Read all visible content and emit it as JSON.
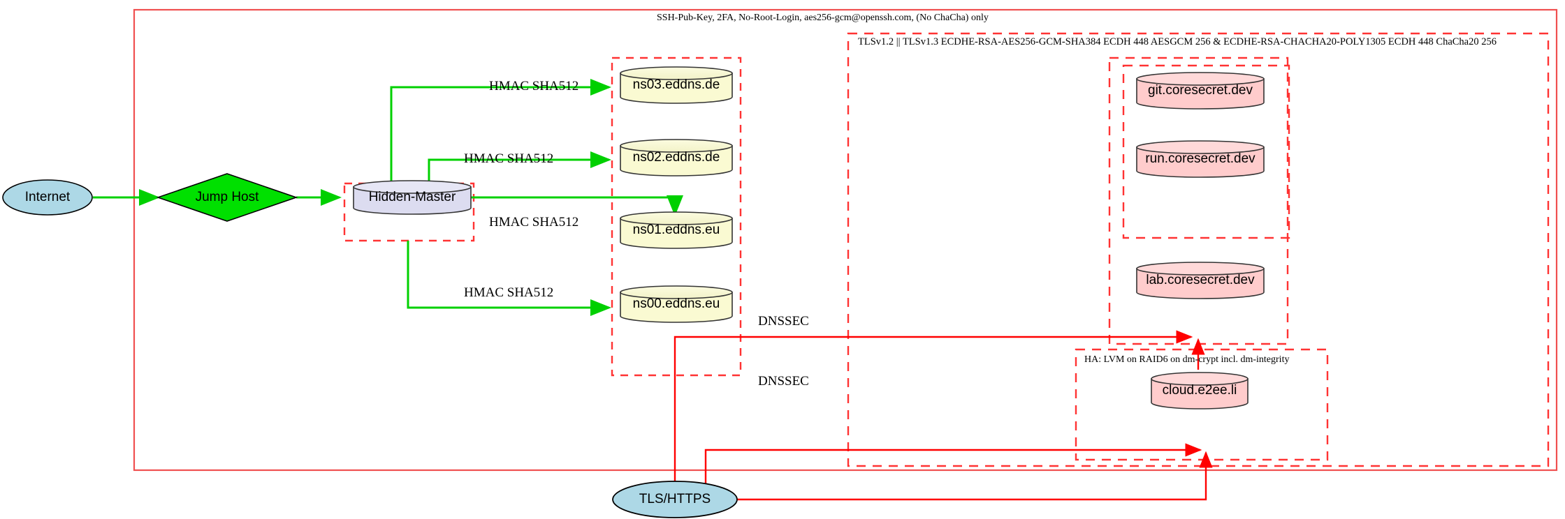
{
  "diagram": {
    "title_top_boundary": "SSH-Pub-Key, 2FA, No-Root-Login, aes256-gcm@openssh.com, (No ChaCha) only",
    "tls_cluster_label": "TLSv1.2 || TLSv1.3 ECDHE-RSA-AES256-GCM-SHA384 ECDH 448 AESGCM 256 & ECDHE-RSA-CHACHA20-POLY1305 ECDH 448 ChaCha20 256",
    "ha_cluster_label": "HA: LVM on RAID6 on dm-crypt incl. dm-integrity",
    "colors": {
      "ssh_green": "#00d000",
      "tls_red": "#ff3333",
      "boundary_red": "#f05050",
      "internet_fill": "#add8e6",
      "jumphost_fill": "#00e000",
      "hidden_master_fill": "#dcdcf0",
      "dns_fill": "#fafad2",
      "service_fill": "#ffcccc",
      "tlshttps_fill": "#add8e6"
    }
  },
  "nodes": {
    "internet": {
      "label": "Internet",
      "shape": "ellipse"
    },
    "jump_host": {
      "label": "Jump Host",
      "shape": "diamond"
    },
    "hidden_master": {
      "label": "Hidden-Master",
      "shape": "cylinder"
    },
    "ns03": {
      "label": "ns03.eddns.de",
      "shape": "cylinder"
    },
    "ns02": {
      "label": "ns02.eddns.de",
      "shape": "cylinder"
    },
    "ns01": {
      "label": "ns01.eddns.eu",
      "shape": "cylinder"
    },
    "ns00": {
      "label": "ns00.eddns.eu",
      "shape": "cylinder"
    },
    "git": {
      "label": "git.coresecret.dev",
      "shape": "cylinder"
    },
    "run": {
      "label": "run.coresecret.dev",
      "shape": "cylinder"
    },
    "lab": {
      "label": "lab.coresecret.dev",
      "shape": "cylinder"
    },
    "cloud": {
      "label": "cloud.e2ee.li",
      "shape": "cylinder"
    },
    "tls_https": {
      "label": "TLS/HTTPS",
      "shape": "ellipse"
    }
  },
  "edge_labels": {
    "hmac_ns03": "HMAC SHA512",
    "hmac_ns02": "HMAC SHA512",
    "hmac_ns01": "HMAC SHA512",
    "hmac_ns00": "HMAC SHA512",
    "dnssec_upper": "DNSSEC",
    "dnssec_lower": "DNSSEC"
  }
}
